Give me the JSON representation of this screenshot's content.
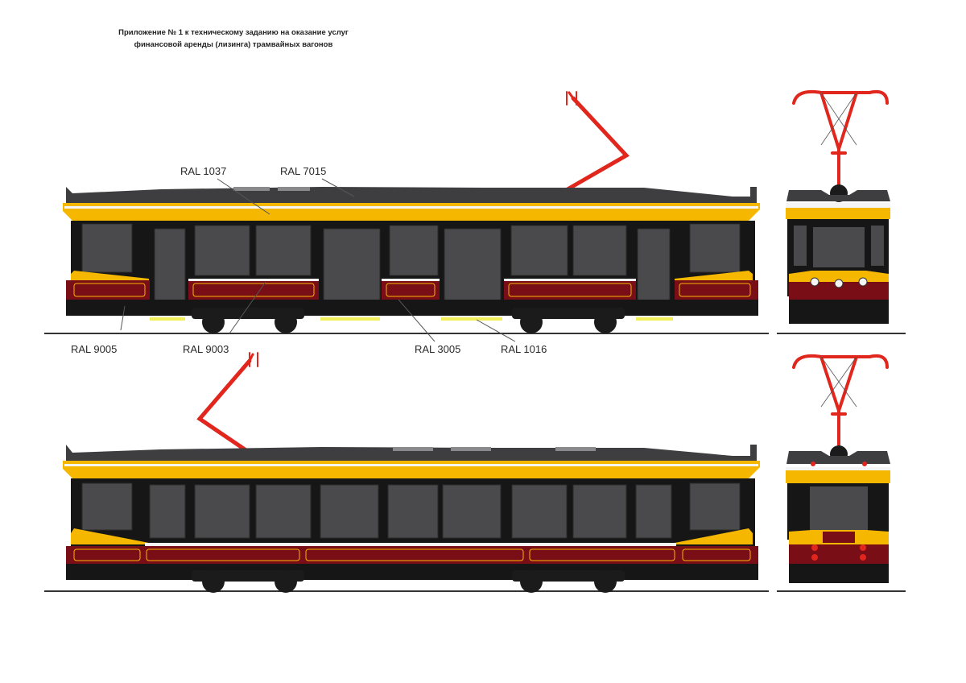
{
  "title": {
    "line1": "Приложение № 1 к техническому заданию на оказание услуг",
    "line2": "финансовой аренды (лизинга) трамвайных вагонов"
  },
  "color_labels": {
    "ral_1037": "RAL 1037",
    "ral_7015": "RAL 7015",
    "ral_9005": "RAL 9005",
    "ral_9003": "RAL 9003",
    "ral_3005": "RAL 3005",
    "ral_1016": "RAL 1016"
  },
  "colors": {
    "roof": "#3e3e40",
    "yellow": "#f6b700",
    "black_body": "#161616",
    "maroon": "#7a0e17",
    "white_stripe": "#f5f5f5",
    "light_yellow": "#f3ef5a",
    "pantograph": "#e0261d",
    "window": "#4a4a4c"
  }
}
